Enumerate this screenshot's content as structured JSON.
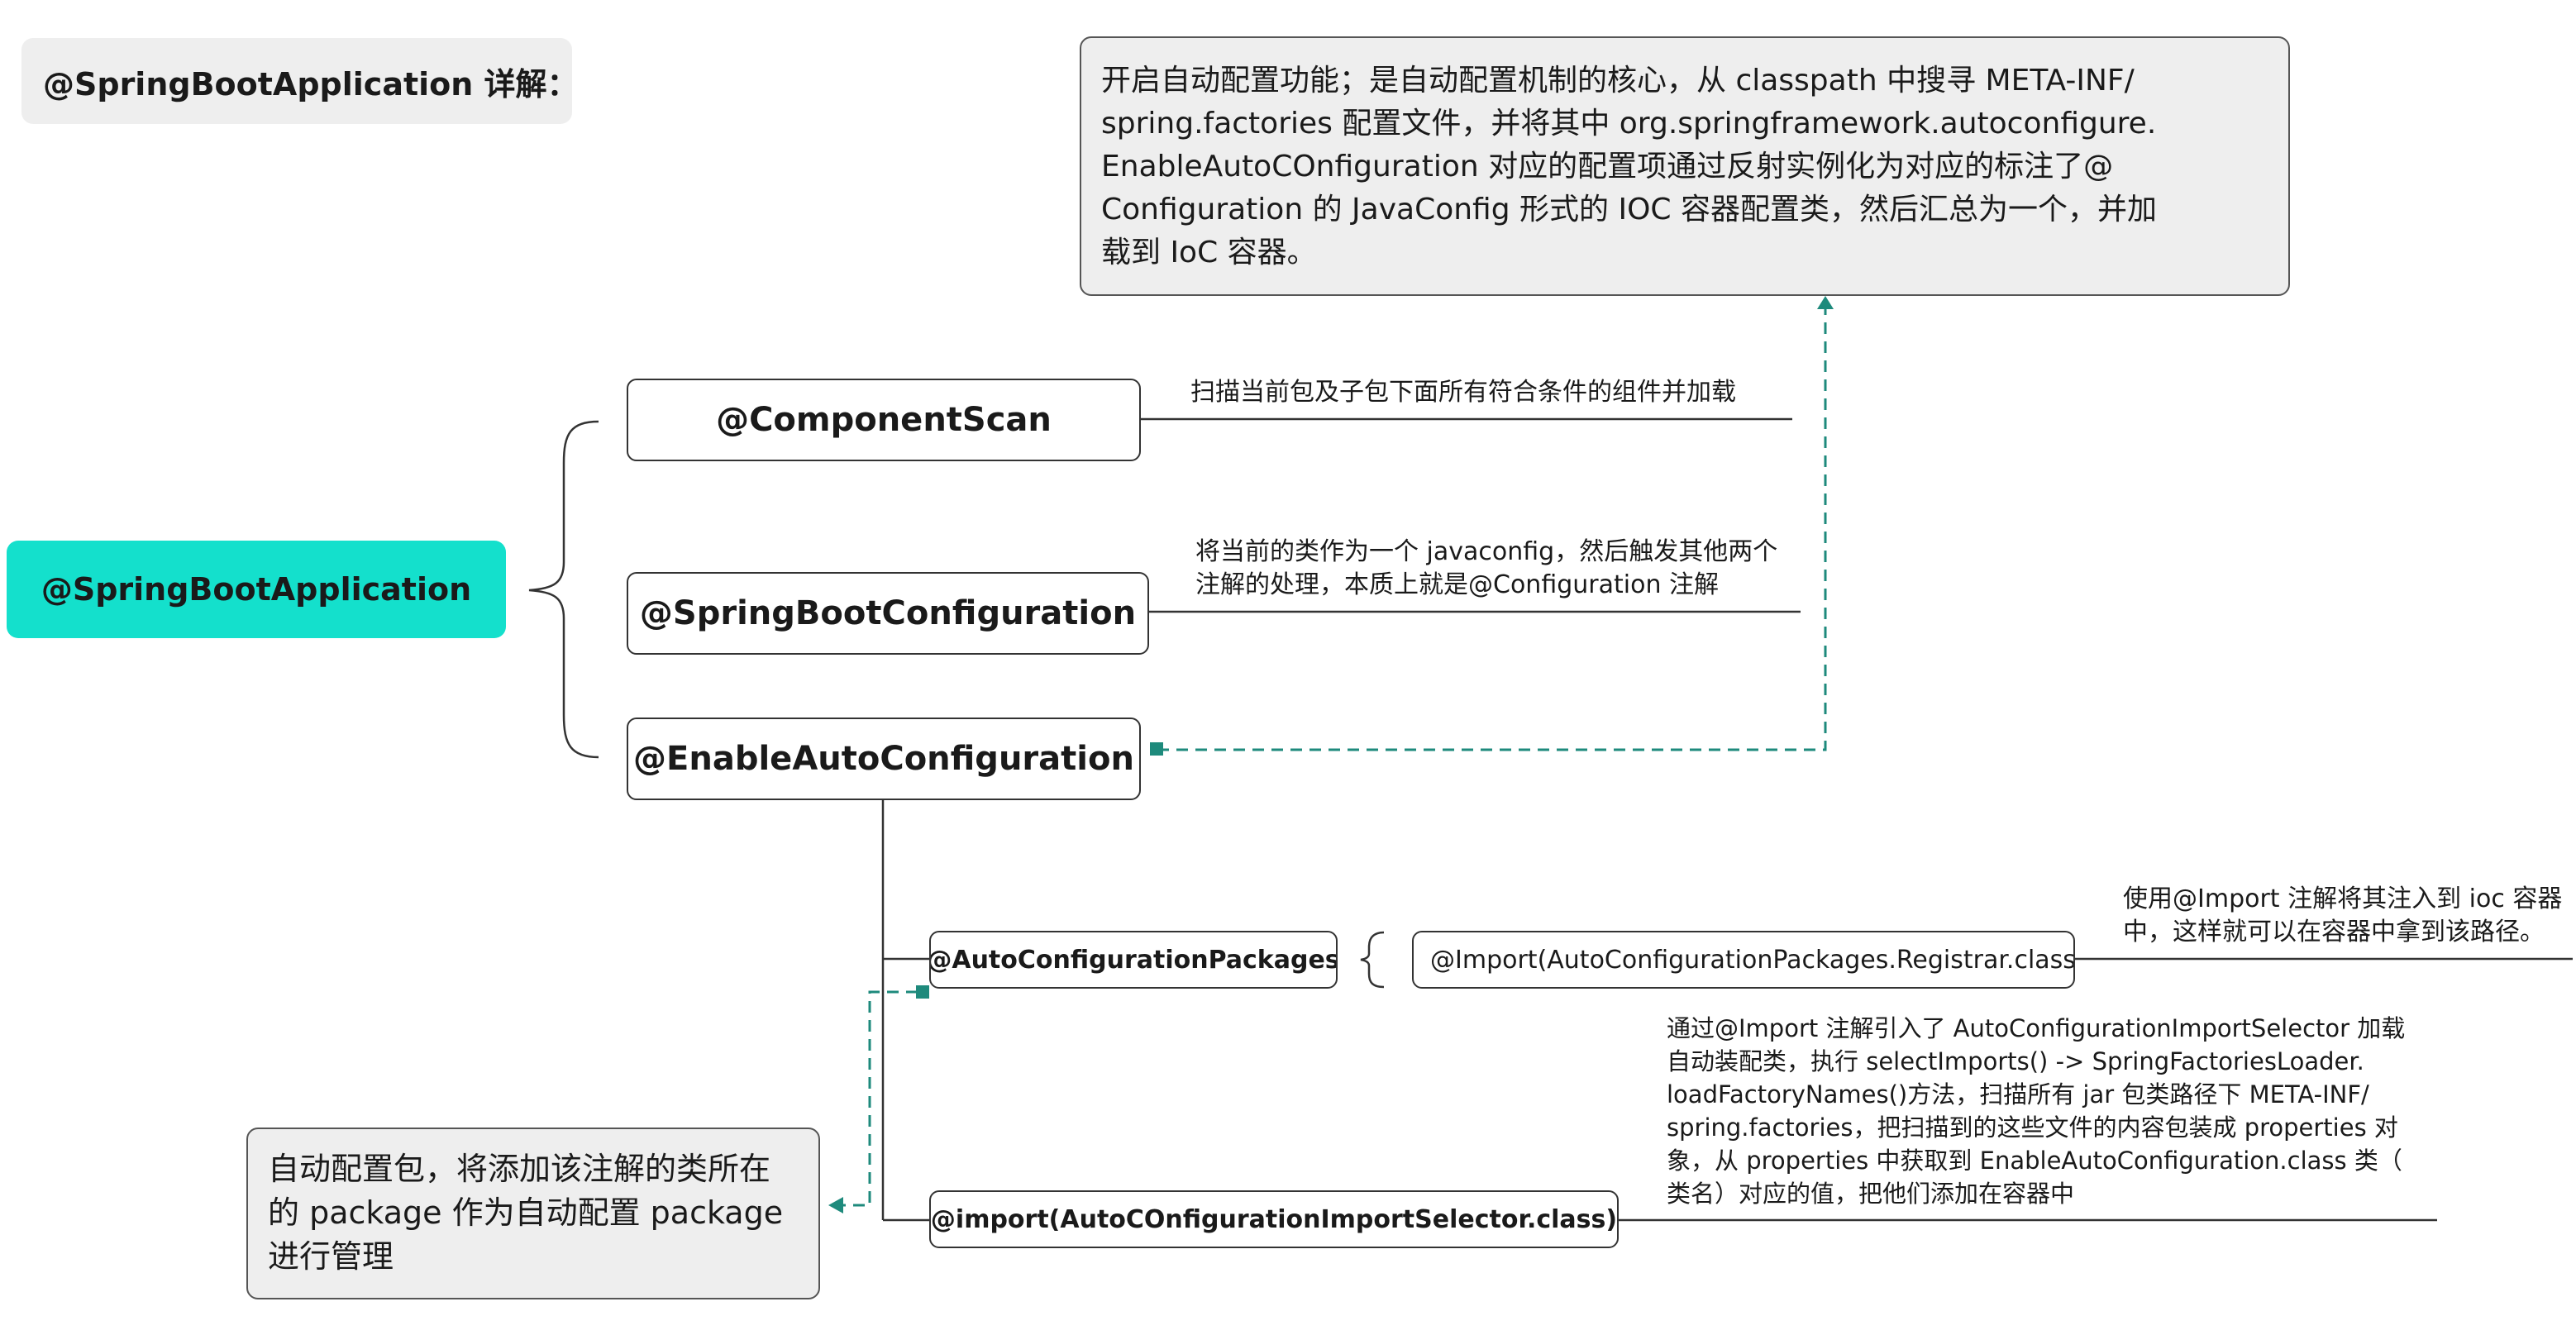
{
  "header": {
    "title": "@SpringBootApplication 详解："
  },
  "root": {
    "label": "@SpringBootApplication"
  },
  "children": [
    {
      "label": "@ComponentScan",
      "description": [
        "扫描当前包及子包下面所有符合条件的组件并加载"
      ]
    },
    {
      "label": "@SpringBootConfiguration",
      "description": [
        "将当前的类作为一个 javaconfig，然后触发其他两个",
        "注解的处理，本质上就是@Configuration 注解"
      ]
    },
    {
      "label": "@EnableAutoConfiguration",
      "description": []
    }
  ],
  "top_note": {
    "lines": [
      "开启自动配置功能；是自动配置机制的核心，从 classpath 中搜寻 META-INF/",
      "spring.factories 配置文件，并将其中 org.springframework.autoconfigure.",
      "EnableAutoCOnfiguration 对应的配置项通过反射实例化为对应的标注了@",
      "Configuration 的 JavaConfig 形式的 IOC 容器配置类，然后汇总为一个，并加",
      "载到 IoC 容器。"
    ]
  },
  "auto_packages": {
    "label": "@AutoConfigurationPackages",
    "import_label": "@Import(AutoConfigurationPackages.Registrar.class)",
    "description": [
      "使用@Import 注解将其注入到 ioc 容器",
      "中，这样就可以在容器中拿到该路径。"
    ]
  },
  "import_selector": {
    "label": "@import(AutoCOnfigurationImportSelector.class)",
    "description": [
      "通过@Import 注解引入了 AutoConfigurationImportSelector 加载",
      "自动装配类，执行 selectImports()  -> SpringFactoriesLoader.",
      "loadFactoryNames()方法，扫描所有 jar 包类路径下 META-INF/",
      "spring.factories，把扫描到的这些文件的内容包装成 properties 对",
      "象，从 properties 中获取到 EnableAutoConfiguration.class 类（",
      "类名）对应的值，把他们添加在容器中"
    ]
  },
  "bottom_note": {
    "lines": [
      "自动配置包，将添加该注解的类所在",
      "的 package 作为自动配置 package",
      "进行管理"
    ]
  },
  "colors": {
    "root_fill": "#14e0cc",
    "accent_dashed": "#1e8a7c",
    "note_fill": "#eeeeee"
  }
}
